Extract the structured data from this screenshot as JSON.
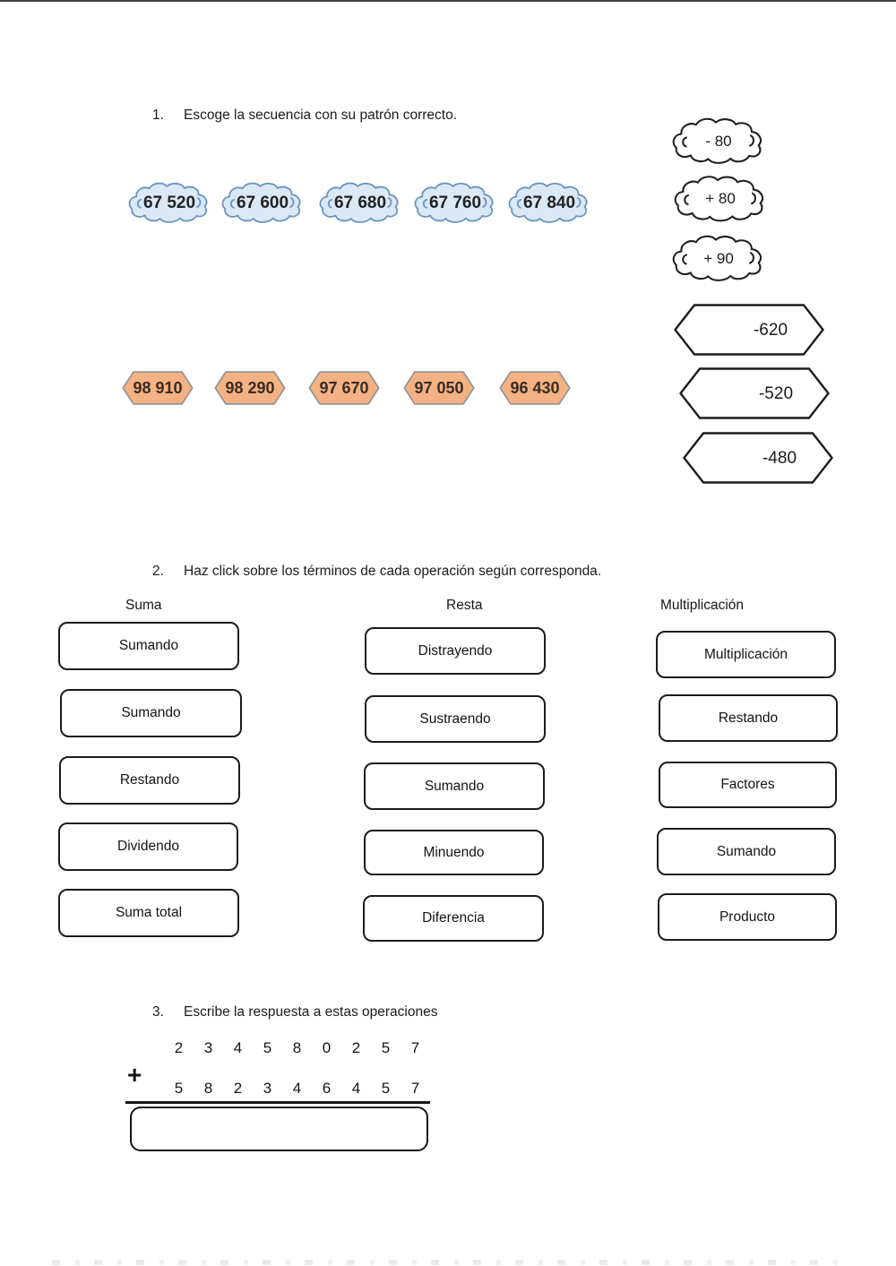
{
  "q1": {
    "number": "1.",
    "prompt": "Escoge la secuencia con su patrón correcto.",
    "sequence_clouds": [
      "67 520",
      "67 600",
      "67 680",
      "67 760",
      "67 840"
    ],
    "pattern_cloud_options": [
      "- 80",
      "+ 80",
      "+ 90"
    ],
    "sequence_hexagons": [
      "98 910",
      "98 290",
      "97 670",
      "97 050",
      "96 430"
    ],
    "pattern_hexagon_options": [
      "-620",
      "-520",
      "-480"
    ]
  },
  "q2": {
    "number": "2.",
    "prompt": "Haz click sobre los términos de cada operación según corresponda.",
    "columns": [
      {
        "header": "Suma",
        "terms": [
          "Sumando",
          "Sumando",
          "Restando",
          "Dividendo",
          "Suma total"
        ]
      },
      {
        "header": "Resta",
        "terms": [
          "Distrayendo",
          "Sustraendo",
          "Sumando",
          "Minuendo",
          "Diferencia"
        ]
      },
      {
        "header": "Multiplicación",
        "terms": [
          "Multiplicación",
          "Restando",
          "Factores",
          "Sumando",
          "Producto"
        ]
      }
    ]
  },
  "q3": {
    "number": "3.",
    "prompt": "Escribe la respuesta a estas operaciones",
    "plus_sign": "+",
    "addend1_digits": [
      "2",
      "3",
      "4",
      "5",
      "8",
      "0",
      "2",
      "5",
      "7"
    ],
    "addend2_digits": [
      "5",
      "8",
      "2",
      "3",
      "4",
      "6",
      "4",
      "5",
      "7"
    ],
    "answer_value": ""
  },
  "colors": {
    "blue_cloud_fill": "#dbe8f6",
    "blue_cloud_stroke": "#6b94c2",
    "orange_hex_fill": "#f4b183",
    "orange_hex_stroke": "#949494",
    "outline_black": "#1c1c1c"
  }
}
